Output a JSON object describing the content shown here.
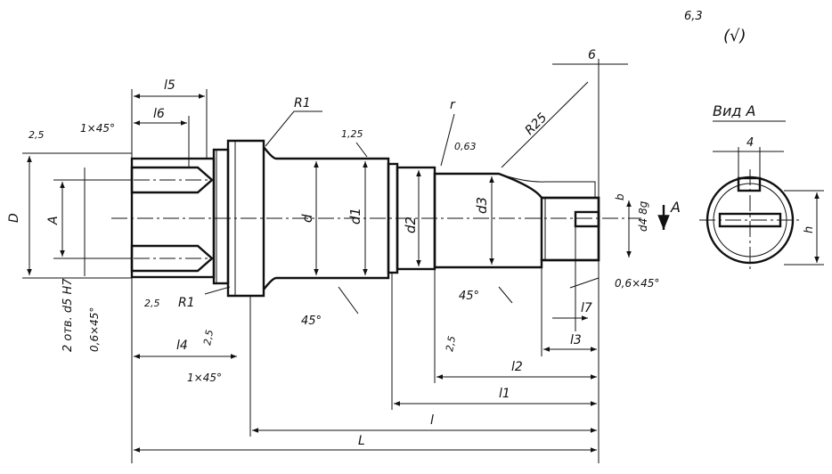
{
  "labels": {
    "roughness_top": "6,3",
    "roughness_paren": "(√)",
    "dim_b6": "6",
    "dim_l5": "l5",
    "dim_l6": "l6",
    "r1_top": "R1",
    "r_small": "r",
    "r25": "R25",
    "view_a_title": "Вид  A",
    "dim_4": "4",
    "rough_125": "1,25",
    "rough_063": "0,63",
    "chamfer_1x45_top": "1×45°",
    "rough_25_left": "2,5",
    "dim_D": "D",
    "dim_A": "A",
    "holes": "2 отв. d5 H7",
    "chamfer_06x45_left": "0,6×45°",
    "rough_25_bottom": "2,5",
    "r1_bottom": "R1",
    "dim_d": "d",
    "dim_d1": "d1",
    "dim_d2": "d2",
    "dim_d3": "d3",
    "dim_b": "b",
    "dim_d4": "d4 8g",
    "view_arrow_a": "A",
    "dim_h": "h",
    "angle_45_a": "45°",
    "angle_45_b": "45°",
    "chamfer_06x45_right": "0,6×45°",
    "dim_l7": "l7",
    "dim_l3": "l3",
    "dim_l4": "l4",
    "rough_25_mid": "2,5",
    "rough_25_lower": "2,5",
    "chamfer_1x45_bottom": "1×45°",
    "dim_l2": "l2",
    "dim_l1": "l1",
    "dim_l": "l",
    "dim_L": "L"
  }
}
